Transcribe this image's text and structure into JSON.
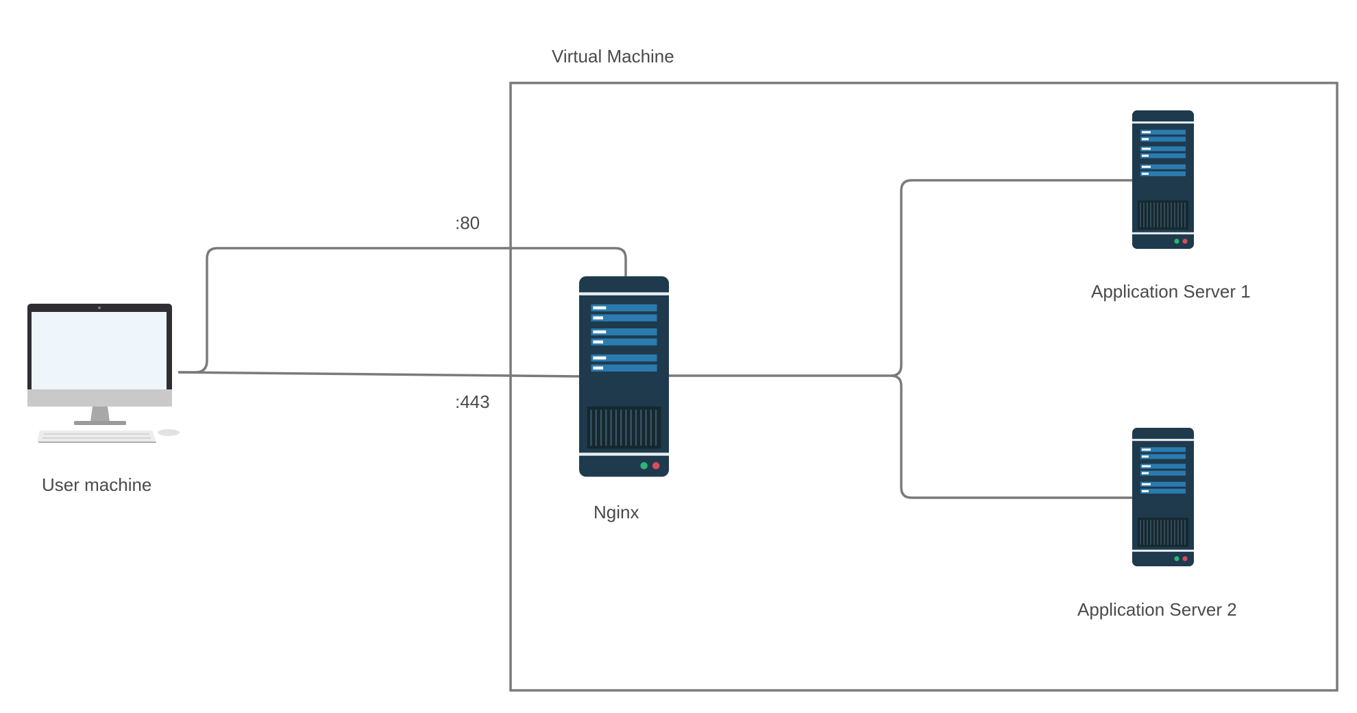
{
  "diagram": {
    "container": {
      "label": "Virtual Machine"
    },
    "nodes": {
      "user_machine": {
        "label": "User machine",
        "icon": "desktop-computer-icon"
      },
      "nginx": {
        "label": "Nginx",
        "icon": "server-tower-icon"
      },
      "app_server_1": {
        "label": "Application Server 1",
        "icon": "server-tower-icon"
      },
      "app_server_2": {
        "label": "Application Server 2",
        "icon": "server-tower-icon"
      }
    },
    "edges": {
      "port_80": {
        "label": ":80",
        "from": "User machine",
        "to": "Nginx"
      },
      "port_443": {
        "label": ":443",
        "from": "User machine",
        "to": "Nginx"
      },
      "nginx_app1": {
        "from": "Nginx",
        "to": "Application Server 1"
      },
      "nginx_app2": {
        "from": "Nginx",
        "to": "Application Server 2"
      }
    },
    "colors": {
      "line": "#7a7a7a",
      "text": "#4a4a4a",
      "server_body": "#1e3a4c",
      "server_accent": "#2b7bb0",
      "led_green": "#2bb673",
      "led_red": "#d94b5f"
    }
  }
}
